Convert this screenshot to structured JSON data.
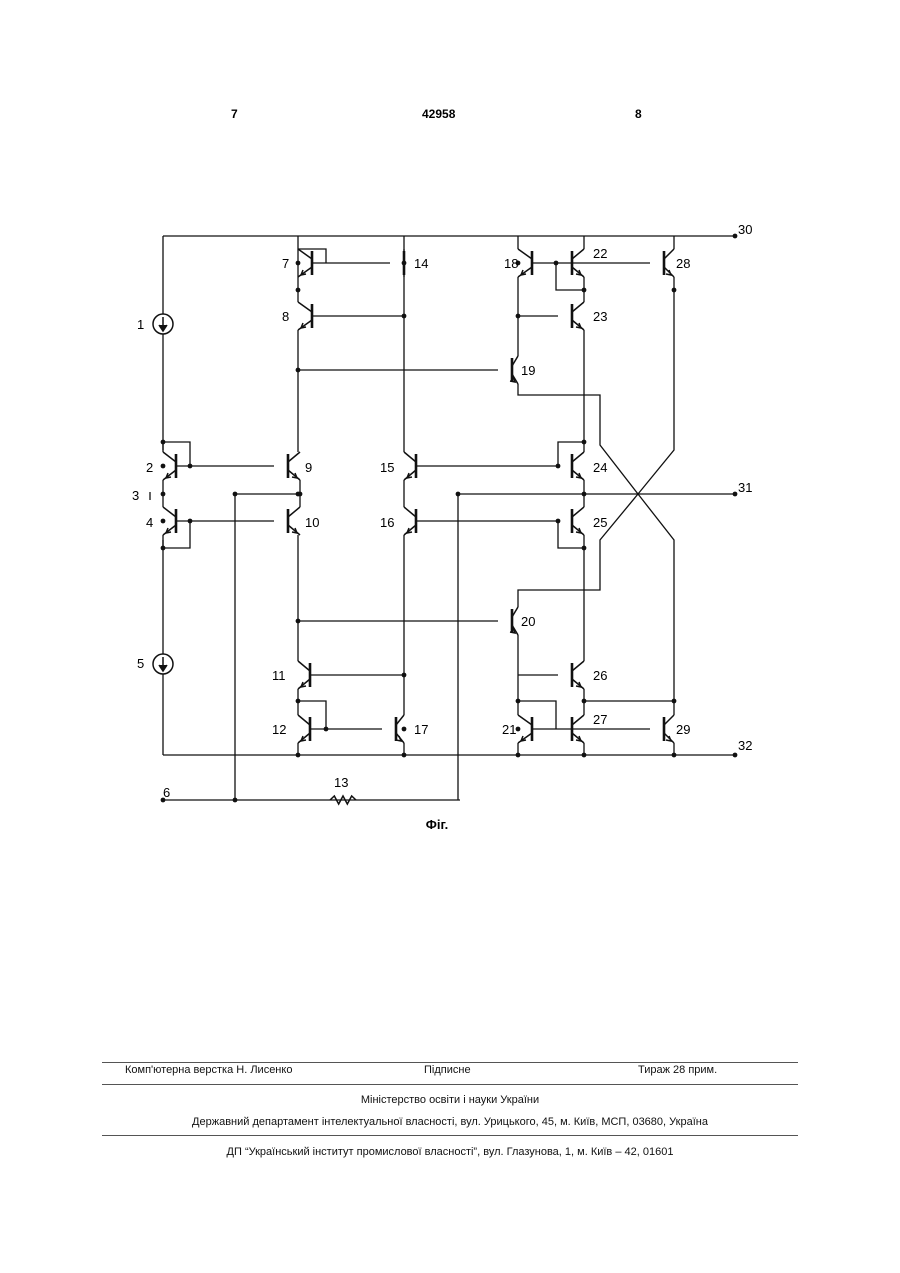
{
  "header": {
    "page_left": "7",
    "patent_number": "42958",
    "page_right": "8"
  },
  "figure": {
    "caption": "Фіг.",
    "labels": [
      "1",
      "2",
      "3",
      "4",
      "5",
      "6",
      "7",
      "8",
      "9",
      "10",
      "11",
      "12",
      "13",
      "14",
      "15",
      "16",
      "17",
      "18",
      "19",
      "20",
      "21",
      "22",
      "23",
      "24",
      "25",
      "26",
      "27",
      "28",
      "29",
      "30",
      "31",
      "32"
    ]
  },
  "footer": {
    "layout_credit": "Комп'ютерна верстка Н. Лисенко",
    "subscription": "Підписне",
    "print_run": "Тираж 28 прим.",
    "ministry": "Міністерство освіти і науки України",
    "department": "Державний департамент інтелектуальної власності, вул. Урицького, 45, м. Київ, МСП, 03680, Україна",
    "institute": "ДП “Український інститут промислової власності”, вул. Глазунова, 1, м. Київ – 42, 01601"
  }
}
